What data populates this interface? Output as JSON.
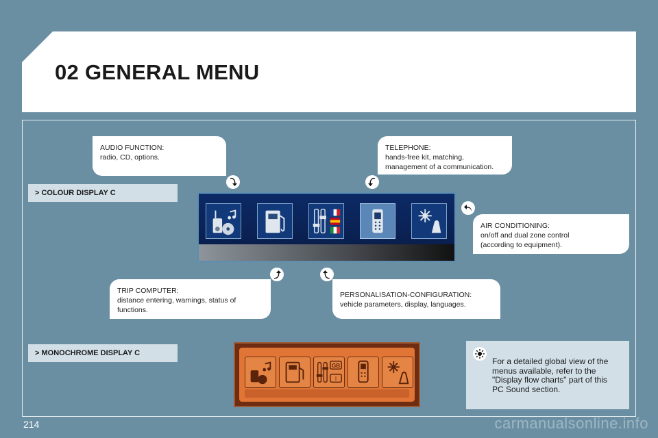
{
  "header": {
    "title": "02 GENERAL MENU"
  },
  "tags": {
    "colour": "> COLOUR DISPLAY C",
    "mono": "> MONOCHROME DISPLAY C"
  },
  "callouts": {
    "audio": {
      "title": "AUDIO FUNCTION:",
      "lines": [
        "radio, CD, options."
      ]
    },
    "telephone": {
      "title": "TELEPHONE:",
      "lines": [
        "hands-free kit, matching,",
        "management of a communication."
      ]
    },
    "air": {
      "title": "AIR CONDITIONING:",
      "lines": [
        "on/off and dual zone control",
        "(according to equipment)."
      ]
    },
    "trip": {
      "title": "TRIP COMPUTER:",
      "lines": [
        "distance entering, warnings, status of",
        "functions."
      ]
    },
    "personalisation": {
      "title": "PERSONALISATION-CONFIGURATION:",
      "lines": [
        "vehicle parameters, display, languages."
      ]
    }
  },
  "mono_labels": {
    "gb": "GB",
    "i": "I"
  },
  "info": {
    "text": [
      "For a detailed global view of the",
      "menus available, refer to the",
      "\"Display flow charts\" part of this",
      "PC Sound section."
    ]
  },
  "page_number": "214",
  "watermark": "carmanualsonline.info",
  "colors": {
    "background": "#6a8fa3",
    "screen": "#0c2a66",
    "mono": "#e07535",
    "tag": "#d2dfe7"
  },
  "icons": [
    "audio-icon",
    "trip-computer-icon",
    "personalisation-icon",
    "telephone-icon",
    "air-conditioning-icon"
  ]
}
